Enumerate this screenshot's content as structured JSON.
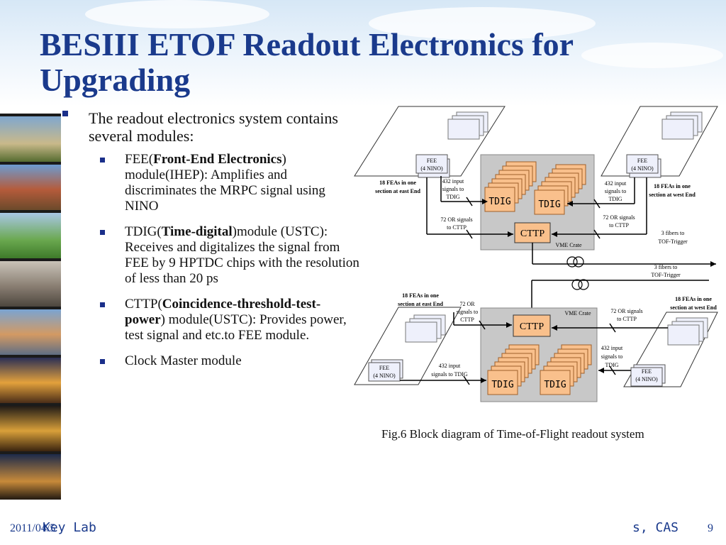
{
  "slide": {
    "title": "BESIII  ETOF Readout Electronics for Upgrading",
    "bullets": {
      "intro": "The readout electronics system contains several modules:",
      "fee": {
        "prefix": "FEE(",
        "bold": "Front-End Electronics",
        "suffix": ") module(IHEP): Amplifies and discriminates the MRPC signal using NINO"
      },
      "tdig": {
        "prefix": "TDIG(",
        "bold": "Time-digital",
        "suffix": ")module (USTC): Receives and digitalizes the signal from FEE by 9 HPTDC chips with the resolution of less than 20 ps"
      },
      "cttp": {
        "prefix": "CTTP(",
        "bold": "Coincidence-threshold-test-power",
        "suffix": ") module(USTC): Provides power, test signal and etc.to FEE module."
      },
      "clock": "Clock Master module"
    },
    "caption": "Fig.6 Block diagram of Time-of-Flight readout system",
    "footer": {
      "date": "2011/04/5",
      "institution_left": "Key Lab",
      "institution_right": "s, CAS",
      "page": "9"
    }
  },
  "diagram": {
    "fee_label_1": "FEE",
    "fee_label_2": "(4 NINO)",
    "tdig": "TDIG",
    "cttp": "CTTP",
    "vme_crate": "VME Crate",
    "top": {
      "east_1": "18 FEAs in one",
      "east_2": "section at east End",
      "west_1": "18 FEAs in one",
      "west_2": "section at west End",
      "input_1": "432 input",
      "input_2": "signals to",
      "input_3": "TDIG",
      "or_1": "72 OR signals",
      "or_2": "to CTTP",
      "fibers_1": "3 fibers to",
      "fibers_2": "TOF-Trigger"
    },
    "bottom": {
      "fibers_1": "3 fibers to",
      "fibers_2": "TOF-Trigger",
      "east_1": "18 FEAs in one",
      "east_2": "section at east End",
      "west_1": "18 FEAs in one",
      "west_2": "section at west End",
      "or_left_1": "72 OR",
      "or_left_2": "signals to",
      "or_left_3": "CTTP",
      "or_right_1": "72 OR signals",
      "or_right_2": "to CTTP",
      "input_left_1": "432 input",
      "input_left_2": "signals to TDIG",
      "input_right_1": "432 input",
      "input_right_2": "signals to",
      "input_right_3": "TDIG"
    }
  }
}
